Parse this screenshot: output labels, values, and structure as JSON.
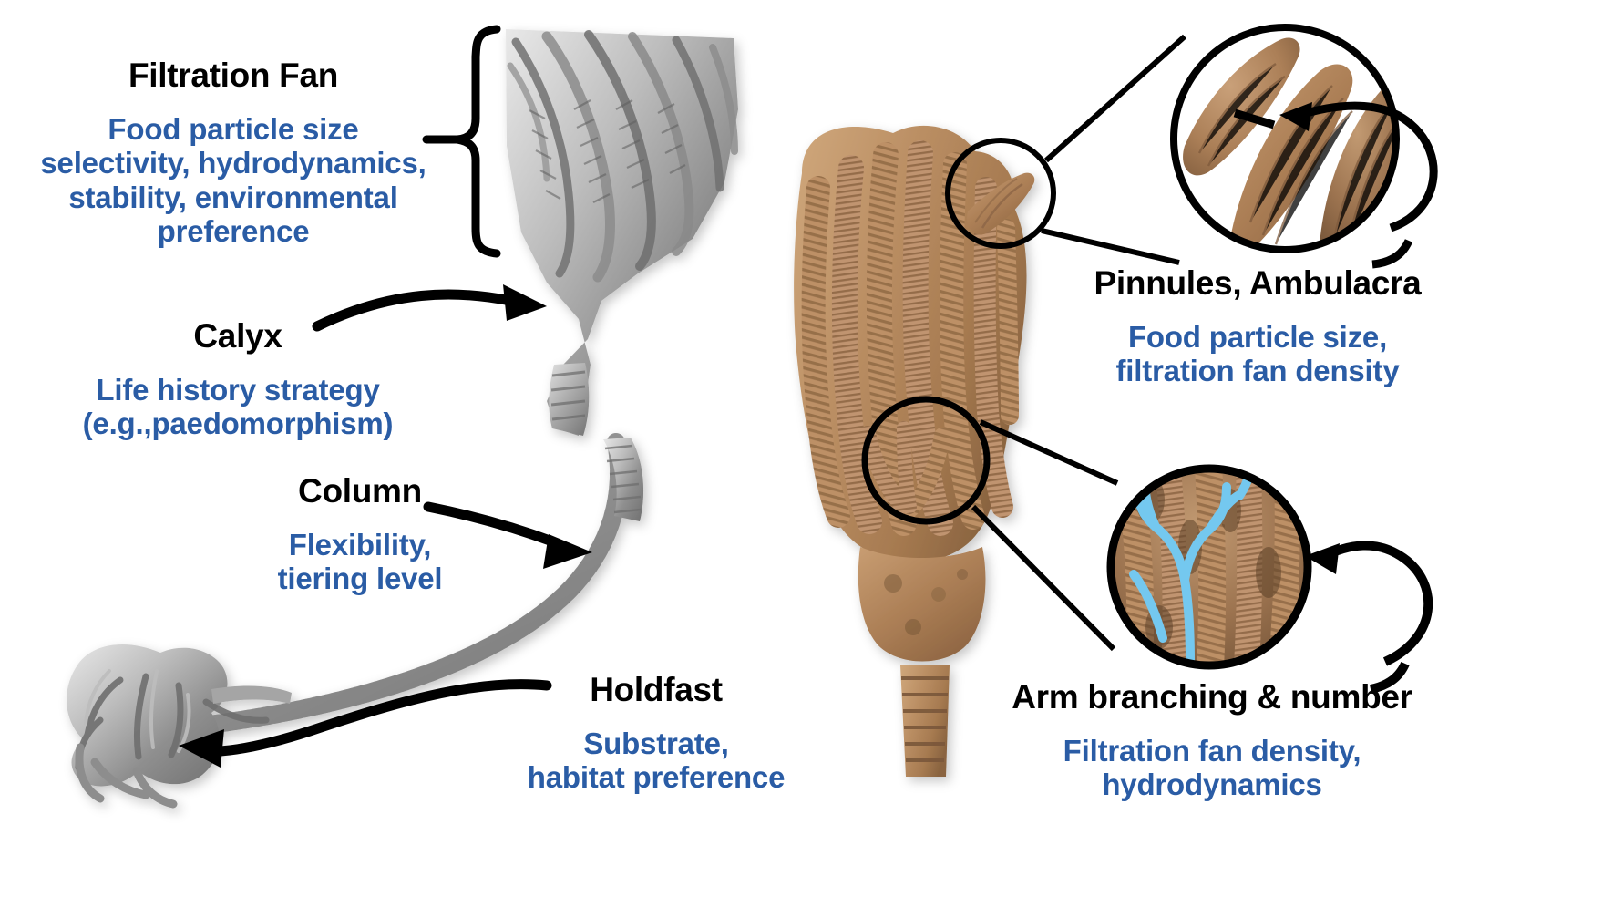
{
  "figure": {
    "kind": "annotated-crinoid-anatomy-diagram",
    "background_color": "#ffffff",
    "title_color": "#000000",
    "subtitle_color": "#2a5ca5",
    "leader_color": "#000000"
  },
  "specimens": {
    "left": {
      "name": "grayscale-crinoid-fossil",
      "tone": "#9a9a9a",
      "parts": [
        "calyx-with-arms",
        "column",
        "holdfast"
      ]
    },
    "right": {
      "name": "tan-crinoid-fossil",
      "tone": "#b3865e",
      "parts": [
        "crown-with-arms",
        "calyx",
        "stem-base"
      ]
    }
  },
  "insets": {
    "pinnules_inset": {
      "name": "pinnules-magnified-circle",
      "source_circle_label": "pinnule-tip-source",
      "overlay": "none"
    },
    "arm_branching_inset": {
      "name": "arm-branching-magnified-circle",
      "source_circle_label": "arm-branch-source",
      "overlay_color": "#74c8ef",
      "overlay_description": "blue branching-tree overlay tracing arm bifurcation"
    }
  },
  "labels": [
    {
      "id": "filtration-fan",
      "title": "Filtration Fan",
      "subtitle": "Food particle size\nselectivity, hydrodynamics,\nstability, environmental\npreference",
      "connector": "brace"
    },
    {
      "id": "calyx",
      "title": "Calyx",
      "subtitle": "Life history strategy\n(e.g.,paedomorphism)",
      "connector": "curved-arrow"
    },
    {
      "id": "column",
      "title": "Column",
      "subtitle": "Flexibility,\ntiering level",
      "connector": "straight-arrow"
    },
    {
      "id": "holdfast",
      "title": "Holdfast",
      "subtitle": "Substrate,\nhabitat preference",
      "connector": "curved-arrow"
    },
    {
      "id": "pinnules-ambulacra",
      "title": "Pinnules, Ambulacra",
      "subtitle": "Food particle size,\nfiltration fan density",
      "connector": "hook-arrow"
    },
    {
      "id": "arm-branching-number",
      "title": "Arm branching & number",
      "subtitle": "Filtration fan density,\nhydrodynamics",
      "connector": "hook-arrow"
    }
  ]
}
